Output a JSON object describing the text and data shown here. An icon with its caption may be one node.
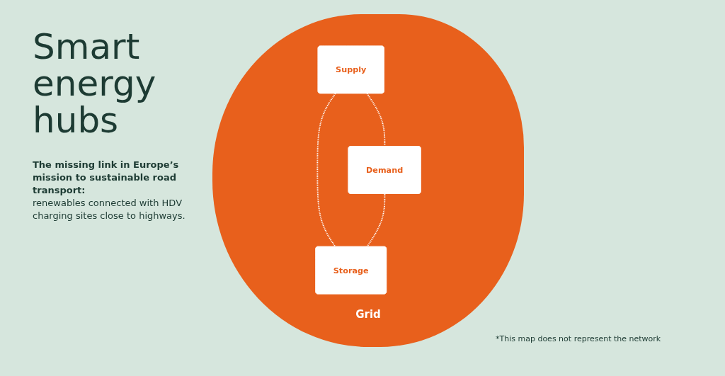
{
  "diagram": {
    "title": "Smart energy hubs",
    "caption": "*This map does not represent the network",
    "nodes": [
      {
        "text": [
          "Supply"
        ]
      },
      {
        "text": [
          "Demand"
        ]
      },
      {
        "text": [
          "Storage"
        ]
      }
    ],
    "edges": [
      {
        "from": 0,
        "to": 1,
        "arrow": "none",
        "style": "dashed"
      },
      {
        "from": 0,
        "to": 2,
        "arrow": "none",
        "style": "dashed"
      },
      {
        "from": 1,
        "to": 2,
        "arrow": "none",
        "style": "dashed"
      }
    ],
    "labels": [
      "The missing link in Europe’s mission to sustainable road transport:",
      "renewables connected with HDV charging sites close to highways.",
      "Grid"
    ]
  }
}
